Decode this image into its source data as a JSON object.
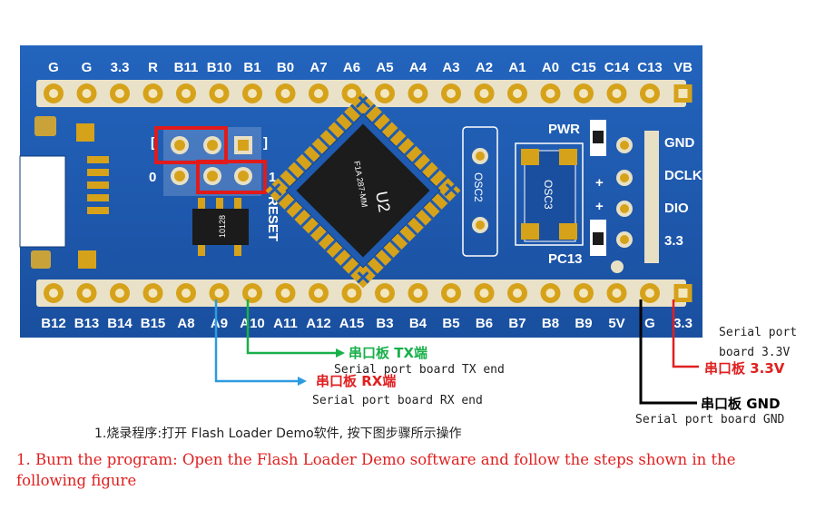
{
  "board": {
    "top_pins": [
      "G",
      "G",
      "3.3",
      "R",
      "B11",
      "B10",
      "B1",
      "B0",
      "A7",
      "A6",
      "A5",
      "A4",
      "A3",
      "A2",
      "A1",
      "A0",
      "C15",
      "C14",
      "C13",
      "VB"
    ],
    "bottom_pins": [
      "B12",
      "B13",
      "B14",
      "B15",
      "A8",
      "A9",
      "A10",
      "A11",
      "A12",
      "A15",
      "B3",
      "B4",
      "B5",
      "B6",
      "B7",
      "B8",
      "B9",
      "5V",
      "G",
      "3.3"
    ],
    "right_pins": [
      "GND",
      "DCLK",
      "DIO",
      "3.3"
    ],
    "jumper_left_label": "0",
    "jumper_right_label": "1",
    "reset_label": "RESET",
    "chip_name": "U2",
    "chip_marking": "F1A 287-MM",
    "osc2_label": "OSC2",
    "osc3_label": "OSC3",
    "pwr_label": "PWR",
    "pc13_label": "PC13",
    "small_chip_label": "10128",
    "plus_1": "+",
    "plus_2": "+",
    "colors": {
      "board_blue": "#1f5bb0",
      "pad_gold": "#d6a21a",
      "highlight_red": "#e11b1b",
      "wire_green": "#19b04a",
      "wire_blue": "#2d9be0"
    }
  },
  "annotations": {
    "tx_zh": "串口板 TX端",
    "tx_en": "Serial port board TX end",
    "rx_zh": "串口板 RX端",
    "rx_en": "Serial port board RX end",
    "v33_en_line1": "Serial port",
    "v33_en_line2": "board 3.3V",
    "v33_zh": "串口板 3.3V",
    "gnd_zh": "串口板 GND",
    "gnd_en": "Serial port board GND"
  },
  "instructions": {
    "zh": "1.烧录程序:打开 Flash Loader Demo软件, 按下图步骤所示操作",
    "en_line1": "1. Burn the program: Open the Flash Loader Demo software and follow the steps shown in the",
    "en_line2": "following figure"
  }
}
